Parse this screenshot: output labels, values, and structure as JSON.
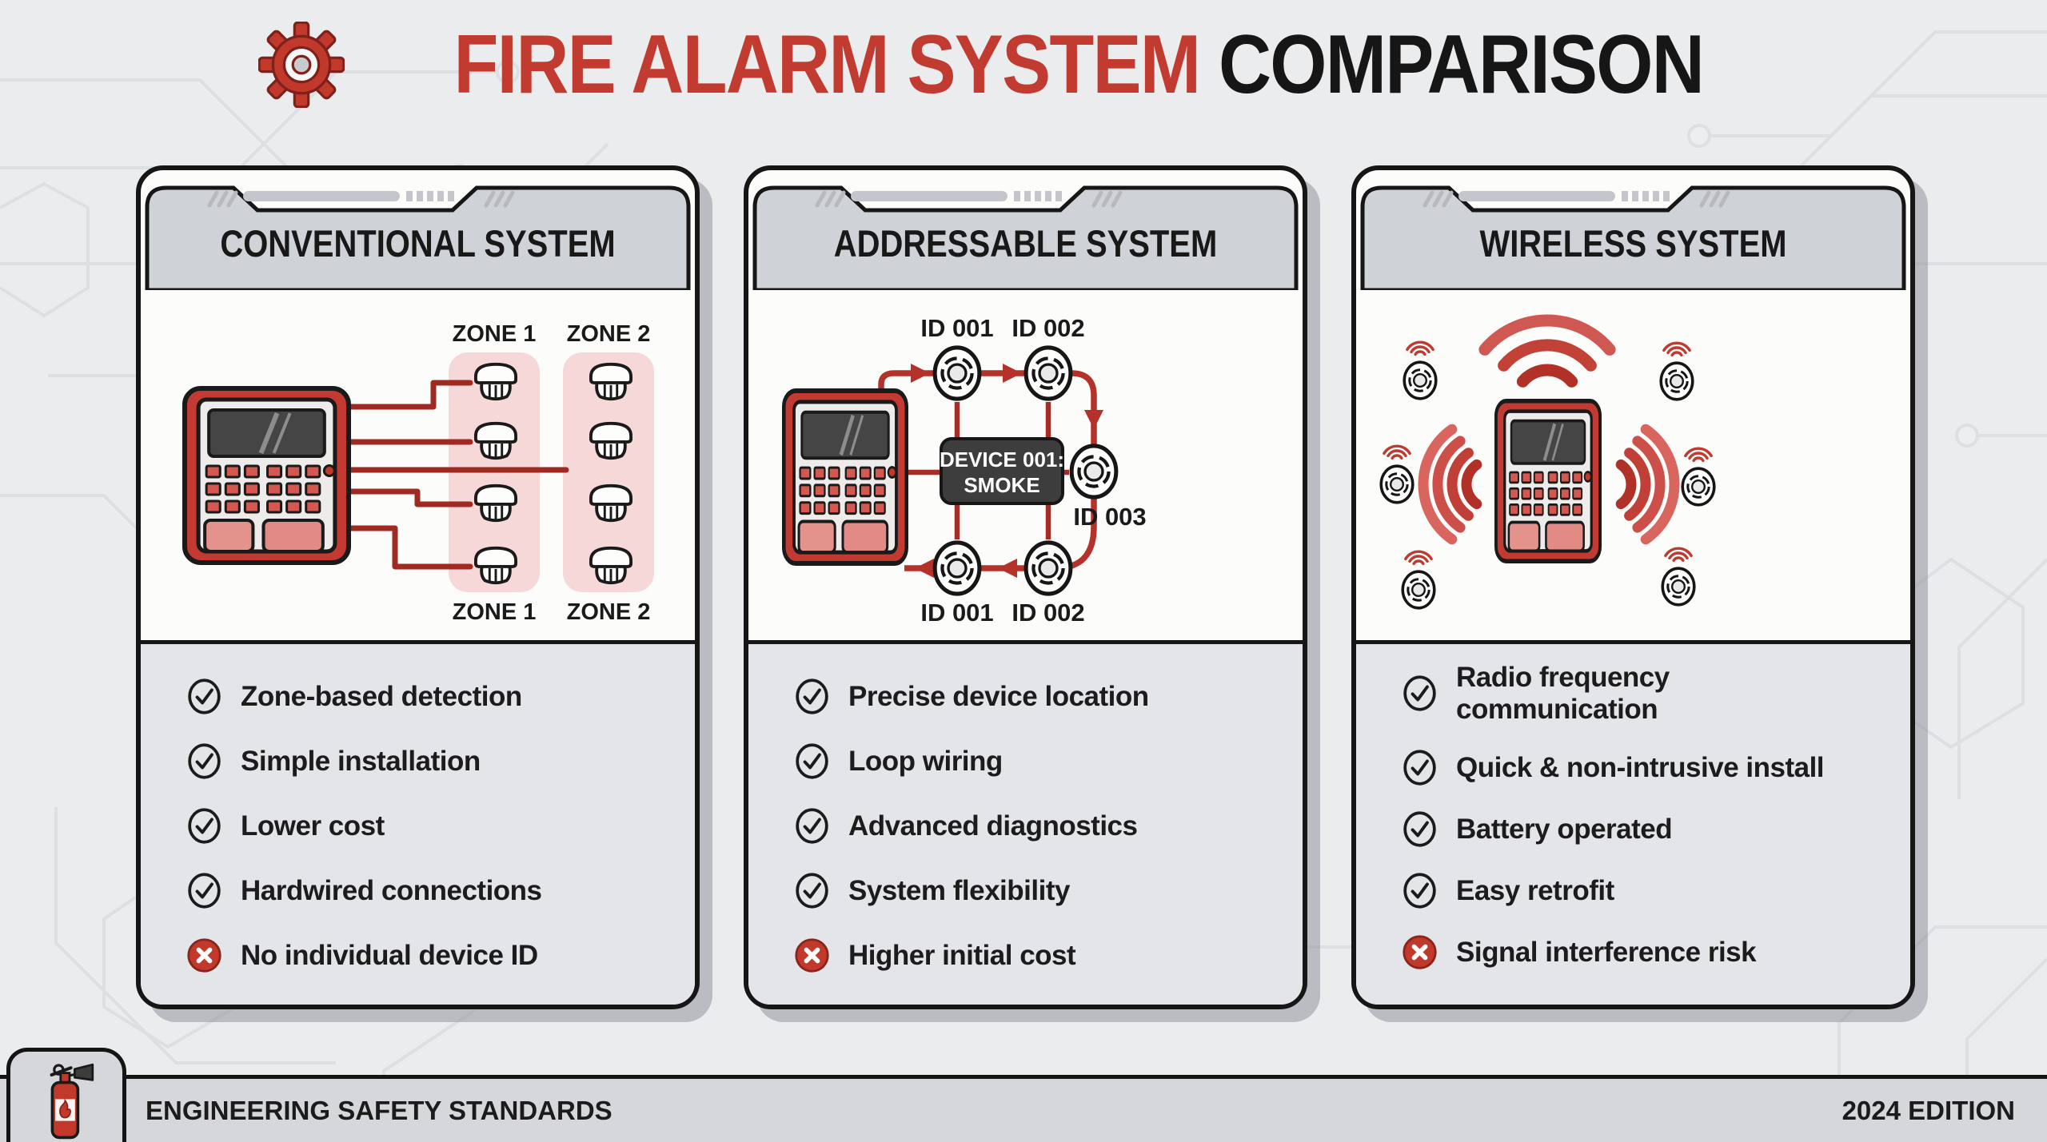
{
  "title": {
    "red": "FIRE ALARM SYSTEM",
    "dark": "COMPARISON"
  },
  "panels": [
    {
      "title": "CONVENTIONAL SYSTEM",
      "zone_labels_top": [
        "ZONE 1",
        "ZONE 2"
      ],
      "zone_labels_bottom": [
        "ZONE 1",
        "ZONE 2"
      ],
      "features": [
        {
          "type": "check",
          "label": "Zone-based detection"
        },
        {
          "type": "check",
          "label": "Simple installation"
        },
        {
          "type": "check",
          "label": "Lower cost"
        },
        {
          "type": "check",
          "label": "Hardwired connections"
        },
        {
          "type": "cross",
          "label": "No individual device ID"
        }
      ]
    },
    {
      "title": "ADDRESSABLE SYSTEM",
      "id_labels": {
        "top": [
          "ID 001",
          "ID 002"
        ],
        "right": "ID 003",
        "bottom": [
          "ID 001",
          "ID 002"
        ]
      },
      "callout": {
        "line1": "DEVICE 001:",
        "line2": "SMOKE"
      },
      "features": [
        {
          "type": "check",
          "label": "Precise device location"
        },
        {
          "type": "check",
          "label": "Loop wiring"
        },
        {
          "type": "check",
          "label": "Advanced diagnostics"
        },
        {
          "type": "check",
          "label": "System flexibility"
        },
        {
          "type": "cross",
          "label": "Higher initial cost"
        }
      ]
    },
    {
      "title": "WIRELESS SYSTEM",
      "features": [
        {
          "type": "check",
          "label": "Radio frequency communication"
        },
        {
          "type": "check",
          "label": "Quick & non-intrusive install"
        },
        {
          "type": "check",
          "label": "Battery operated"
        },
        {
          "type": "check",
          "label": "Easy retrofit"
        },
        {
          "type": "cross",
          "label": "Signal interference risk"
        }
      ]
    }
  ],
  "footer": {
    "left": "ENGINEERING SAFETY STANDARDS",
    "right": "2024 EDITION"
  },
  "colors": {
    "accent_red": "#c0392b",
    "panel_red": "#c23a32",
    "wire_red": "#b5322a",
    "zone_pink": "#f6d8d8",
    "header_gray": "#cfd2d7",
    "checklist_gray": "#e4e5e8",
    "ink": "#1a1a1a"
  }
}
